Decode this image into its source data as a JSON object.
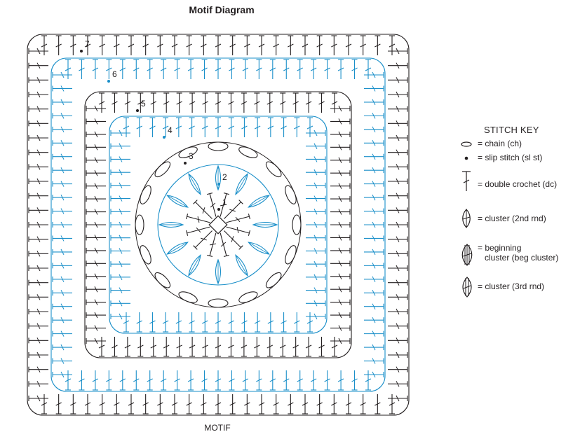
{
  "title": "Motif Diagram",
  "caption": "MOTIF",
  "colors": {
    "ink": "#231f20",
    "blue": "#1a8fc9"
  },
  "round_numbers": [
    "1",
    "2",
    "3",
    "4",
    "5",
    "6",
    "7"
  ],
  "stitch_key": {
    "title": "STITCH KEY",
    "items": [
      {
        "icon": "chain-icon",
        "label": "= chain (ch)"
      },
      {
        "icon": "slip-stitch-icon",
        "label": "= slip stitch (sl st)"
      },
      {
        "icon": "double-crochet-icon",
        "label": "= double crochet (dc)"
      },
      {
        "icon": "cluster-2nd-rnd-icon",
        "label": "= cluster (2nd rnd)"
      },
      {
        "icon": "beginning-cluster-icon",
        "label_line1": "= beginning",
        "label_line2": "cluster (beg cluster)"
      },
      {
        "icon": "cluster-3rd-rnd-icon",
        "label": "= cluster (3rd rnd)"
      }
    ]
  }
}
